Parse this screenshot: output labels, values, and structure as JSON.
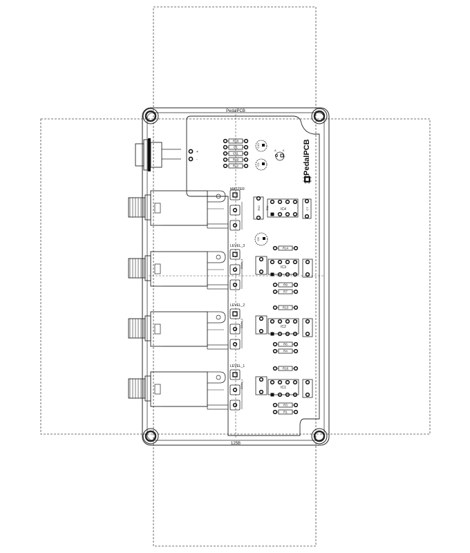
{
  "enclosure": {
    "label_top": "PedalPCB",
    "label_bottom": "125B"
  },
  "brand": {
    "name": "PedalPCB"
  },
  "power": {
    "pin_plus": "+",
    "pin_minus": "-"
  },
  "pot_master": {
    "label": "MASTER"
  },
  "channels": [
    {
      "level_label": "LEVEL_3",
      "gain_label": "GAIN_3",
      "ic": "IC3",
      "r_top": "R14",
      "r_low1": "R9",
      "r_low2": "R7"
    },
    {
      "level_label": "LEVEL_2",
      "gain_label": "GAIN_2",
      "ic": "IC2",
      "r_top": "R13",
      "r_low1": "R6",
      "r_low2": "R4"
    },
    {
      "level_label": "LEVEL_1",
      "gain_label": "GAIN_1",
      "ic": "IC1",
      "r_top": "R16",
      "r_low1": "R3",
      "r_low2": "R1"
    }
  ],
  "top_resistors": [
    "R18",
    "D1",
    "C11",
    "R19",
    "R12"
  ],
  "caps": {
    "c10": "C10",
    "c9": "C9",
    "c8": "C8",
    "c7": "C7"
  },
  "ic4": {
    "label": "IC4",
    "r_left": "R12",
    "r_right": "R11"
  },
  "pin_a": "A",
  "pin_k": "K"
}
